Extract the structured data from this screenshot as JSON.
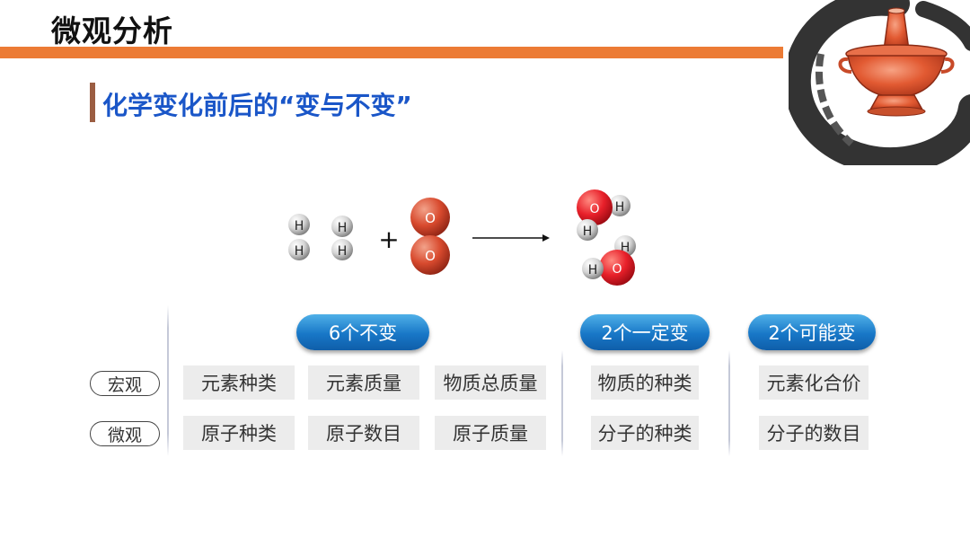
{
  "header": {
    "title": "微观分析"
  },
  "section": {
    "subtitle": "化学变化前后的“变与不变”"
  },
  "equation": {
    "plus": "+",
    "h_label": "H",
    "o_label": "O"
  },
  "groups": {
    "unchanged": "6个不变",
    "must_change": "2个一定变",
    "may_change": "2个可能变"
  },
  "rows": {
    "macro": "宏观",
    "micro": "微观"
  },
  "macro_cells": [
    "元素种类",
    "元素质量",
    "物质总质量",
    "物质的种类",
    "元素化合价"
  ],
  "micro_cells": [
    "原子种类",
    "原子数目",
    "原子质量",
    "分子的种类",
    "分子的数目"
  ],
  "colors": {
    "accent_orange": "#ec7b35",
    "subtitle_blue": "#1a56c8",
    "pill_blue": "#1877c7"
  },
  "icons": {
    "logo": "hotpot-icon"
  }
}
